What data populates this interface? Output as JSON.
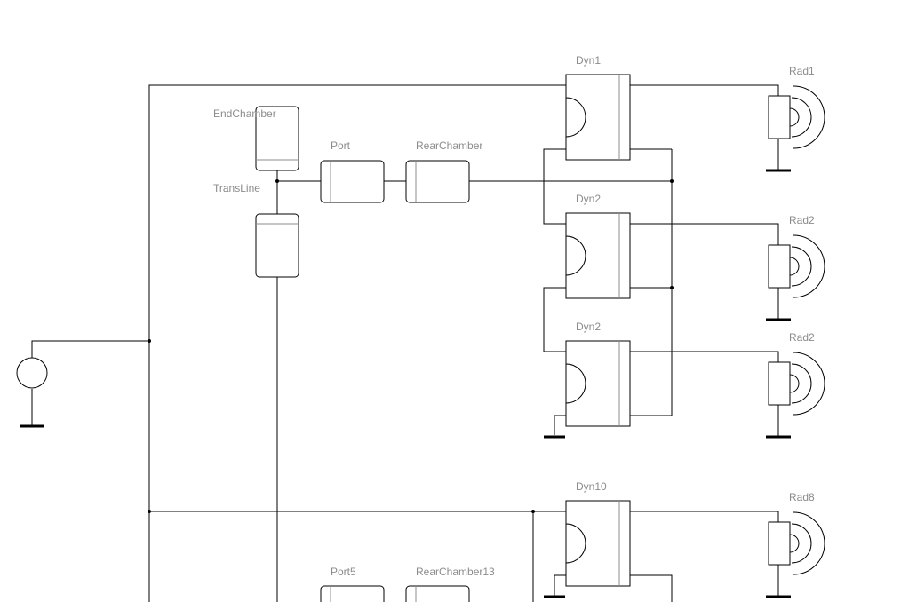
{
  "labels": {
    "end_chamber": "EndChamber",
    "trans_line": "TransLine",
    "port": "Port",
    "rear_chamber": "RearChamber",
    "dyn1": "Dyn1",
    "dyn2_a": "Dyn2",
    "dyn2_b": "Dyn2",
    "dyn10": "Dyn10",
    "rad1": "Rad1",
    "rad2_a": "Rad2",
    "rad2_b": "Rad2",
    "rad8": "Rad8",
    "port5": "Port5",
    "rear_chamber13": "RearChamber13"
  }
}
